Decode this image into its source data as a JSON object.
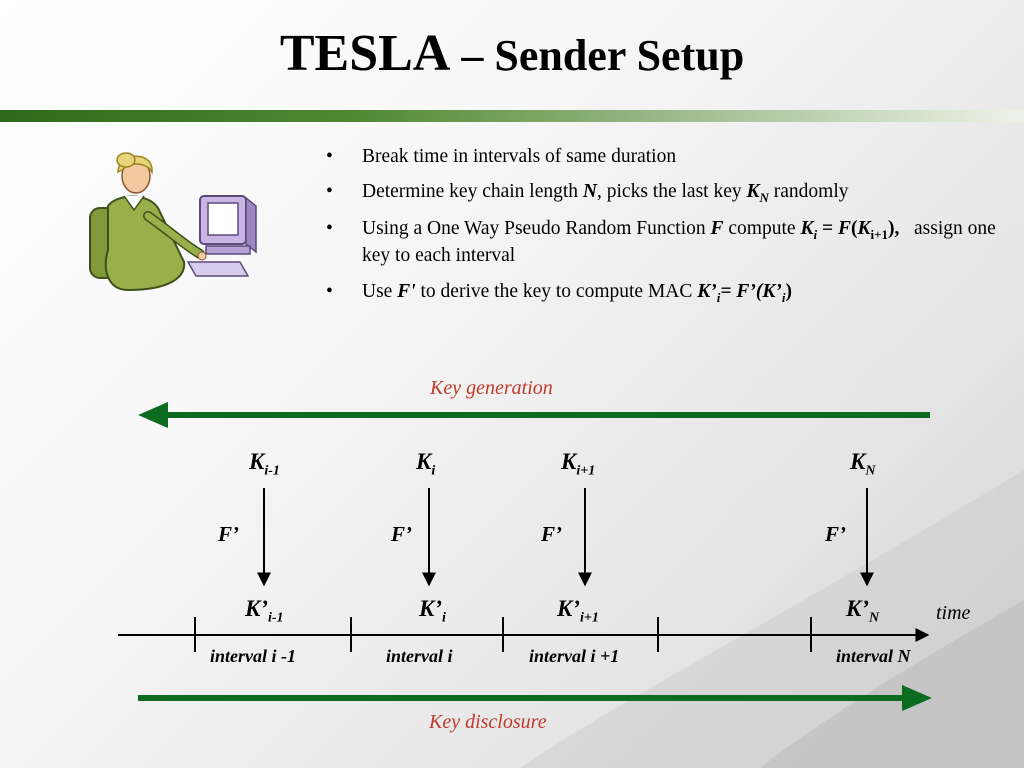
{
  "slide": {
    "title_main": "TESLA",
    "title_dash": " – ",
    "title_sub": "Sender Setup"
  },
  "bullets": {
    "b1": "Break time in intervals of same duration",
    "b2_a": "Determine key chain length ",
    "b2_N": "N",
    "b2_b": ", picks the last key ",
    "b2_K": "K",
    "b2_Ksub": "N",
    "b2_c": " randomly",
    "b3_a": "Using a One Way Pseudo Random Function ",
    "b3_F": "F",
    "b3_b": " compute ",
    "b3_K": "K",
    "b3_Ksub": "i",
    "b3_eq": " = ",
    "b3_F2": "F",
    "b3_paren_open": "(",
    "b3_K2": "K",
    "b3_K2sub": "i+1",
    "b3_paren_close": "),",
    "b3_c": "assign one key to each interval",
    "b4_a": "Use ",
    "b4_F": "F'",
    "b4_b": " to derive the key to compute MAC ",
    "b4_K": "K’",
    "b4_Ksub": "i",
    "b4_eq": "= F’(K’",
    "b4_sub2": "i",
    "b4_close": ")"
  },
  "diagram": {
    "key_generation_label": "Key generation",
    "key_disclosure_label": "Key disclosure",
    "time_label": "time",
    "keys": [
      {
        "base": "K",
        "sub": "i-1",
        "prime": "K’",
        "prime_sub": "i-1",
        "f": "F’",
        "interval": "interval i -1"
      },
      {
        "base": "K",
        "sub": "i",
        "prime": "K’",
        "prime_sub": "i",
        "f": "F’",
        "interval": "interval i"
      },
      {
        "base": "K",
        "sub": "i+1",
        "prime": "K’",
        "prime_sub": "i+1",
        "f": "F’",
        "interval": "interval i +1"
      },
      {
        "base": "K",
        "sub": "N",
        "prime": "K’",
        "prime_sub": "N",
        "f": "F’",
        "interval": "interval N"
      }
    ],
    "colors": {
      "arrow_green": "#0b6b1f",
      "label_red": "#c0392b"
    }
  }
}
